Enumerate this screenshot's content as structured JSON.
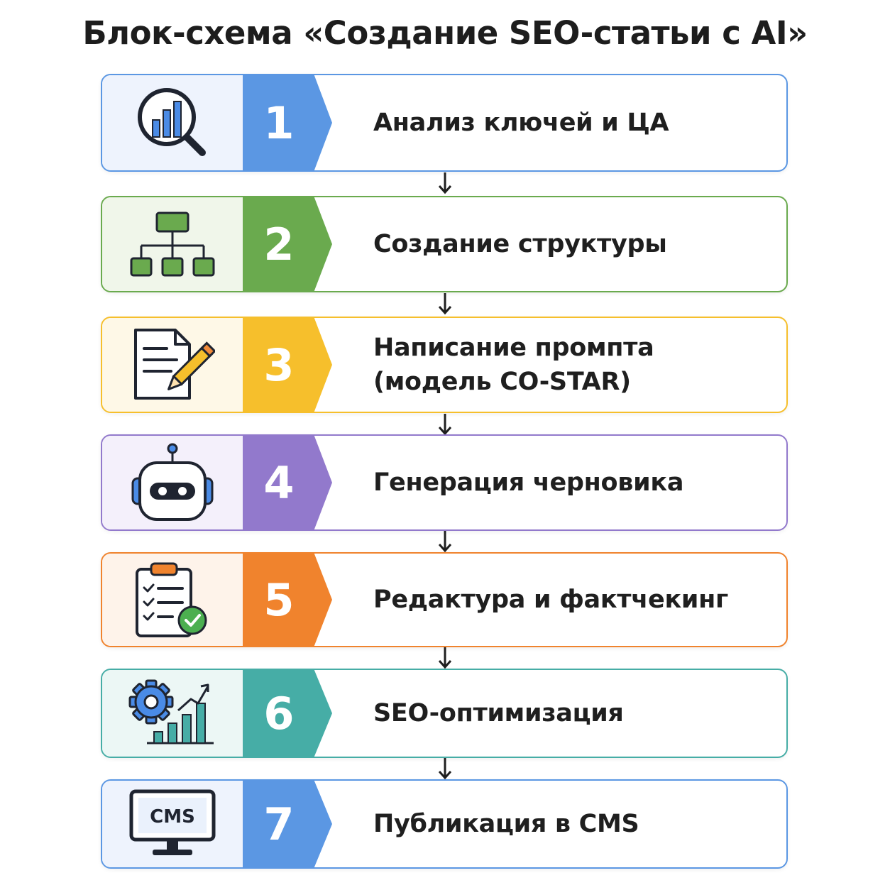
{
  "title": "Блок-схема «Создание SEO-статьи с AI»",
  "steps": [
    {
      "number": "1",
      "label_lines": [
        "Анализ ключей и ЦА"
      ],
      "icon": "magnifier-bar-chart-icon",
      "color": "#5b97e3",
      "tint": "#eef3fd"
    },
    {
      "number": "2",
      "label_lines": [
        "Создание структуры"
      ],
      "icon": "hierarchy-icon",
      "color": "#6aaa4e",
      "tint": "#f0f6ea"
    },
    {
      "number": "3",
      "label_lines": [
        "Написание промпта",
        "(модель CO-STAR)"
      ],
      "icon": "document-pencil-icon",
      "color": "#f6bf2c",
      "tint": "#fef8e7"
    },
    {
      "number": "4",
      "label_lines": [
        "Генерация черновика"
      ],
      "icon": "robot-icon",
      "color": "#9279cc",
      "tint": "#f4f0fb"
    },
    {
      "number": "5",
      "label_lines": [
        "Редактура и фактчекинг"
      ],
      "icon": "clipboard-check-icon",
      "color": "#f0832d",
      "tint": "#fef3ea"
    },
    {
      "number": "6",
      "label_lines": [
        "SEO-оптимизация"
      ],
      "icon": "gear-growth-chart-icon",
      "color": "#46ada6",
      "tint": "#ecf7f5"
    },
    {
      "number": "7",
      "label_lines": [
        "Публикация в CMS"
      ],
      "icon": "monitor-cms-icon",
      "color": "#5b97e3",
      "tint": "#eef3fd",
      "icon_text": "CMS"
    }
  ]
}
